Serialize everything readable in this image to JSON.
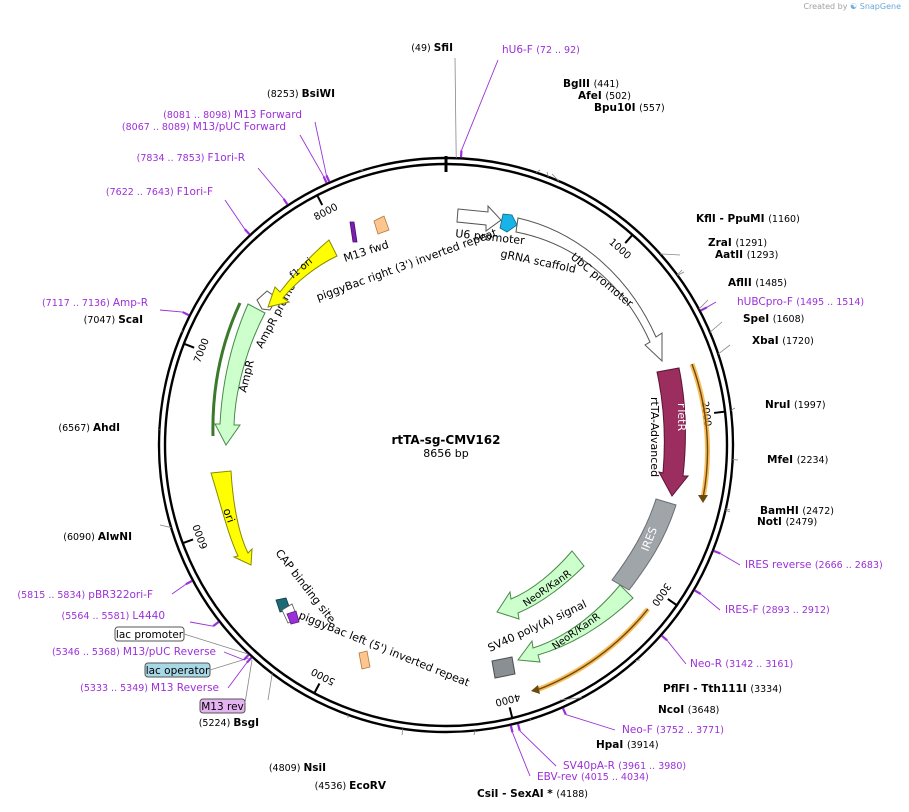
{
  "brand": {
    "prefix": "Created by",
    "name": "SnapGene"
  },
  "plasmid": {
    "name": "rtTA-sg-CMV162",
    "size_label": "8656 bp",
    "length": 8656
  },
  "colors": {
    "site_text": "#000000",
    "primer": "#9b30d9",
    "ori": "#ffff00",
    "ampr": "#ccffcc",
    "rteter": "#9b2d5f",
    "ires": "#a0a5aa",
    "neor": "#ccffcc",
    "promoter": "#ffffff",
    "misc": "#ffc58f",
    "gRNA": "#18b4e8",
    "highlight": "#f5a623"
  },
  "ticks": [
    {
      "pos": 1000,
      "label": "1000"
    },
    {
      "pos": 2000,
      "label": "2000"
    },
    {
      "pos": 3000,
      "label": "3000"
    },
    {
      "pos": 4000,
      "label": "4000"
    },
    {
      "pos": 5000,
      "label": "5000"
    },
    {
      "pos": 6000,
      "label": "6000"
    },
    {
      "pos": 7000,
      "label": "7000"
    },
    {
      "pos": 8000,
      "label": "8000"
    }
  ],
  "sites": [
    {
      "name": "SfiI",
      "pos": "(49)",
      "coord": 49
    },
    {
      "name": "BglII",
      "pos": "(441)",
      "coord": 441
    },
    {
      "name": "AfeI",
      "pos": "(502)",
      "coord": 502
    },
    {
      "name": "Bpu10I",
      "pos": "(557)",
      "coord": 557
    },
    {
      "name": "KflI  - PpuMI",
      "pos": "(1160)",
      "coord": 1160
    },
    {
      "name": "ZraI",
      "pos": "(1291)",
      "coord": 1291
    },
    {
      "name": "AatII",
      "pos": "(1293)",
      "coord": 1293
    },
    {
      "name": "AflII",
      "pos": "(1485)",
      "coord": 1485
    },
    {
      "name": "SpeI",
      "pos": "(1608)",
      "coord": 1608
    },
    {
      "name": "XbaI",
      "pos": "(1720)",
      "coord": 1720
    },
    {
      "name": "NruI",
      "pos": "(1997)",
      "coord": 1997
    },
    {
      "name": "MfeI",
      "pos": "(2234)",
      "coord": 2234
    },
    {
      "name": "BamHI",
      "pos": "(2472)",
      "coord": 2472
    },
    {
      "name": "NotI",
      "pos": "(2479)",
      "coord": 2479
    },
    {
      "name": "PflFI  - Tth111I",
      "pos": "(3334)",
      "coord": 3334
    },
    {
      "name": "NcoI",
      "pos": "(3648)",
      "coord": 3648
    },
    {
      "name": "HpaI",
      "pos": "(3914)",
      "coord": 3914
    },
    {
      "name": "CsiI  - SexAI *",
      "pos": "(4188)",
      "coord": 4188
    },
    {
      "name": "EcoRV",
      "pos": "(4536)",
      "coord": 4536
    },
    {
      "name": "NsiI",
      "pos": "(4809)",
      "coord": 4809
    },
    {
      "name": "BsgI",
      "pos": "(5224)",
      "coord": 5224
    },
    {
      "name": "AlwNI",
      "pos": "(6090)",
      "coord": 6090
    },
    {
      "name": "AhdI",
      "pos": "(6567)",
      "coord": 6567
    },
    {
      "name": "ScaI",
      "pos": "(7047)",
      "coord": 7047
    },
    {
      "name": "BsiWI",
      "pos": "(8253)",
      "coord": 8253
    }
  ],
  "primers": [
    {
      "name": "hU6-F",
      "range": "(72 .. 92)",
      "start": 72
    },
    {
      "name": "hUBCpro-F",
      "range": "(1495 .. 1514)",
      "start": 1495
    },
    {
      "name": "IRES reverse",
      "range": "(2666 .. 2683)",
      "start": 2683
    },
    {
      "name": "IRES-F",
      "range": "(2893 .. 2912)",
      "start": 2893
    },
    {
      "name": "Neo-R",
      "range": "(3142 .. 3161)",
      "start": 3161
    },
    {
      "name": "Neo-F",
      "range": "(3752 .. 3771)",
      "start": 3752
    },
    {
      "name": "SV40pA-R",
      "range": "(3961 .. 3980)",
      "start": 3980
    },
    {
      "name": "EBV-rev",
      "range": "(4015 .. 4034)",
      "start": 4015
    },
    {
      "name": "M13 Reverse",
      "range": "(5333 .. 5349)",
      "start": 5349
    },
    {
      "name": "M13/pUC Reverse",
      "range": "(5346 .. 5368)",
      "start": 5368
    },
    {
      "name": "L4440",
      "range": "(5564 .. 5581)",
      "start": 5581
    },
    {
      "name": "pBR322ori-F",
      "range": "(5815 .. 5834)",
      "start": 5815
    },
    {
      "name": "Amp-R",
      "range": "(7117 .. 7136)",
      "start": 7136
    },
    {
      "name": "F1ori-F",
      "range": "(7622 .. 7643)",
      "start": 7622
    },
    {
      "name": "F1ori-R",
      "range": "(7834 .. 7853)",
      "start": 7853
    },
    {
      "name": "M13/pUC Forward",
      "range": "(8067 .. 8089)",
      "start": 8067
    },
    {
      "name": "M13 Forward",
      "range": "(8081 .. 8098)",
      "start": 8081
    }
  ],
  "features": [
    {
      "name": "U6 promoter",
      "kind": "promoter"
    },
    {
      "name": "gRNA scaffold",
      "kind": "misc"
    },
    {
      "name": "UbC promoter",
      "kind": "promoter"
    },
    {
      "name": "rTetR",
      "kind": "cds"
    },
    {
      "name": "rtTA-Advanced",
      "kind": "cds"
    },
    {
      "name": "IRES",
      "kind": "misc"
    },
    {
      "name": "NeoR/KanR",
      "kind": "cds"
    },
    {
      "name": "SV40 poly(A) signal",
      "kind": "terminator"
    },
    {
      "name": "ori",
      "kind": "rep_origin"
    },
    {
      "name": "AmpR promoter",
      "kind": "promoter"
    },
    {
      "name": "AmpR",
      "kind": "cds"
    },
    {
      "name": "f1 ori",
      "kind": "rep_origin"
    },
    {
      "name": "M13 fwd",
      "kind": "primer_bind"
    },
    {
      "name": "piggyBac right (3') inverted repeat",
      "kind": "repeat"
    },
    {
      "name": "piggyBac left (5') inverted repeat",
      "kind": "repeat"
    },
    {
      "name": "CAP binding site",
      "kind": "protein_bind"
    }
  ],
  "boxed_labels": [
    {
      "name": "lac promoter",
      "fill": "#ffffff"
    },
    {
      "name": "lac operator",
      "fill": "#a8d8e6"
    },
    {
      "name": "M13 rev",
      "fill": "#e6b3f2"
    }
  ]
}
